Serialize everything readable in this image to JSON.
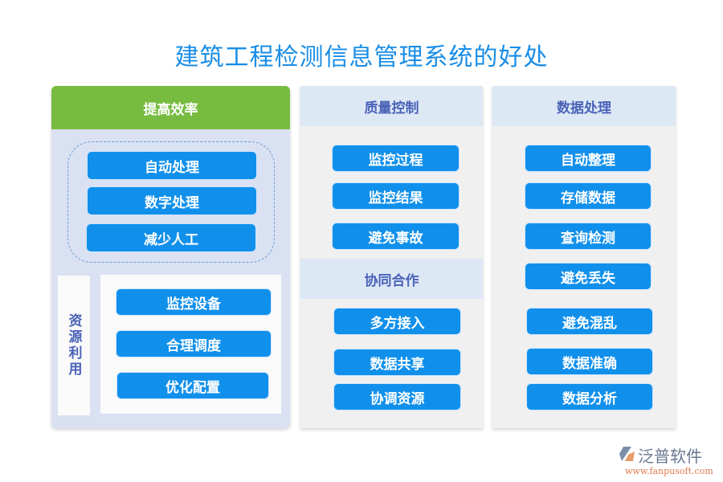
{
  "title": "建筑工程检测信息管理系统的好处",
  "col1": {
    "header": "提高效率",
    "group1": [
      "自动处理",
      "数字处理",
      "减少人工"
    ],
    "side_label": "资源利用",
    "group2": [
      "监控设备",
      "合理调度",
      "优化配置"
    ],
    "header_color": "#77bc41"
  },
  "col2": {
    "header1": "质量控制",
    "items1": [
      "监控过程",
      "监控结果",
      "避免事故"
    ],
    "header2": "协同合作",
    "items2": [
      "多方接入",
      "数据共享",
      "协调资源"
    ]
  },
  "col3": {
    "header": "数据处理",
    "items": [
      "自动整理",
      "存储数据",
      "查询检测",
      "避免丢失",
      "避免混乱",
      "数据准确",
      "数据分析"
    ]
  },
  "logo": {
    "name": "泛普软件",
    "url": "www.fanpusoft.com"
  }
}
